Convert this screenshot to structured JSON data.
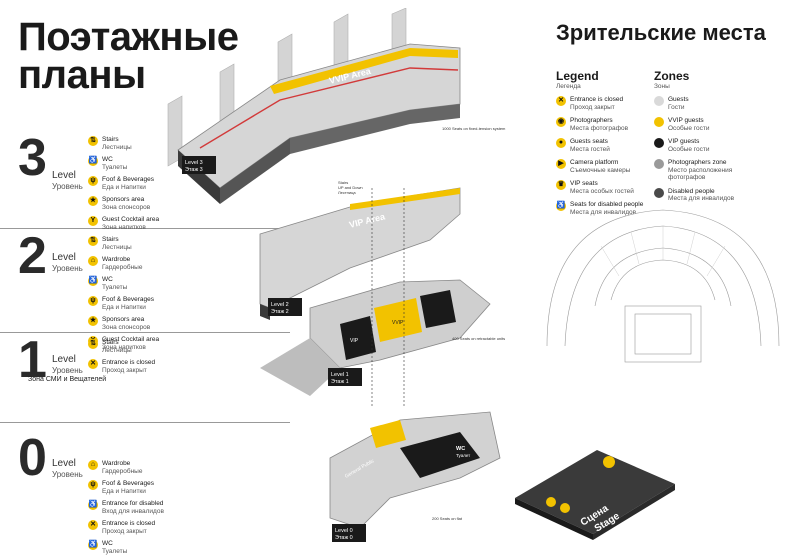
{
  "title_main": [
    "Поэтажные",
    "планы"
  ],
  "title_right": "Зрительские места",
  "level_word": "Level",
  "level_word_ru": "Уровень",
  "levels": [
    {
      "num": "3",
      "items": [
        {
          "icon": "stairs-icon",
          "glyph": "⇅",
          "en": "Stairs",
          "ru": "Лестницы"
        },
        {
          "icon": "wc-icon",
          "glyph": "♿",
          "en": "WC",
          "ru": "Туалеты"
        },
        {
          "icon": "food-icon",
          "glyph": "ψ",
          "en": "Foof & Beverages",
          "ru": "Еда и Напитки"
        },
        {
          "icon": "star-icon",
          "glyph": "★",
          "en": "Sponsors area",
          "ru": "Зона спонсоров"
        },
        {
          "icon": "cocktail-icon",
          "glyph": "Y",
          "en": "Guest Cocktail area",
          "ru": "Зона напитков"
        }
      ]
    },
    {
      "num": "2",
      "items": [
        {
          "icon": "stairs-icon",
          "glyph": "⇅",
          "en": "Stairs",
          "ru": "Лестницы"
        },
        {
          "icon": "wardrobe-icon",
          "glyph": "⌂",
          "en": "Wardrobe",
          "ru": "Гардеробные"
        },
        {
          "icon": "wc-icon",
          "glyph": "♿",
          "en": "WC",
          "ru": "Туалеты"
        },
        {
          "icon": "food-icon",
          "glyph": "ψ",
          "en": "Foof & Beverages",
          "ru": "Еда и Напитки"
        },
        {
          "icon": "star-icon",
          "glyph": "★",
          "en": "Sponsors area",
          "ru": "Зона спонсоров"
        },
        {
          "icon": "cocktail-icon",
          "glyph": "Y",
          "en": "Guest Cocktail area",
          "ru": "Зона напитков"
        }
      ]
    },
    {
      "num": "1",
      "items": [
        {
          "icon": "stairs-icon",
          "glyph": "⇅",
          "en": "Stairs",
          "ru": "Лестницы"
        },
        {
          "icon": "closed-icon",
          "glyph": "✕",
          "en": "Entrance is closed",
          "ru": "Проход закрыт"
        }
      ]
    },
    {
      "num": "0",
      "items": [
        {
          "icon": "wardrobe-icon",
          "glyph": "⌂",
          "en": "Wardrobe",
          "ru": "Гардеробные"
        },
        {
          "icon": "food-icon",
          "glyph": "ψ",
          "en": "Foof & Beverages",
          "ru": "Еда и Напитки"
        },
        {
          "icon": "disabled-icon",
          "glyph": "♿",
          "en": "Entrance for disabled",
          "ru": "Вход для инвалидов"
        },
        {
          "icon": "closed-icon",
          "glyph": "✕",
          "en": "Entrance is closed",
          "ru": "Проход закрыт"
        },
        {
          "icon": "wc-icon",
          "glyph": "♿",
          "en": "WC",
          "ru": "Туалеты"
        }
      ]
    }
  ],
  "media_zone": "Зона СМИ и Вещателей",
  "legend": {
    "title": "Legend",
    "subtitle": "Легенда",
    "items": [
      {
        "icon": "closed-icon",
        "glyph": "✕",
        "en": "Entrance is closed",
        "ru": "Проход закрыт"
      },
      {
        "icon": "camera-icon",
        "glyph": "◉",
        "en": "Photographers",
        "ru": "Места фотографов"
      },
      {
        "icon": "guests-icon",
        "glyph": "●",
        "en": "Guests seats",
        "ru": "Места гостей"
      },
      {
        "icon": "video-icon",
        "glyph": "▶",
        "en": "Camera platform",
        "ru": "Съемочные камеры"
      },
      {
        "icon": "vip-icon",
        "glyph": "♛",
        "en": "VIP seats",
        "ru": "Места особых гостей"
      },
      {
        "icon": "disabled-icon",
        "glyph": "♿",
        "en": "Seats for disabled people",
        "ru": "Места для инвалидов"
      }
    ]
  },
  "zones": {
    "title": "Zones",
    "subtitle": "Зоны",
    "items": [
      {
        "color": "#d9d9d9",
        "en": "Guests",
        "ru": "Гости"
      },
      {
        "color": "#f2c200",
        "en": "VVIP guests",
        "ru": "Особые гости"
      },
      {
        "color": "#1a1a1a",
        "en": "VIP guests",
        "ru": "Особые гости"
      },
      {
        "color": "#9a9a9a",
        "en": "Photographers zone",
        "ru": "Место расположения фотографов"
      },
      {
        "color": "#4a4a4a",
        "en": "Disabled people",
        "ru": "Места для инвалидов"
      }
    ]
  },
  "map_labels": {
    "level3": [
      "Level 3",
      "Этаж 3"
    ],
    "level2": [
      "Level 2",
      "Этаж 2"
    ],
    "level1": [
      "Level 1",
      "Этаж 1"
    ],
    "level0": [
      "Level 0",
      "Этаж 0"
    ],
    "vvip": "VVIP Area",
    "vip": "VIP Area",
    "vip_seat": "VIP",
    "vvip_seat": "VVIP",
    "stage": [
      "Сцена",
      "Stage"
    ],
    "general_public": "General Public",
    "wc": [
      "WC",
      "Туалет"
    ],
    "stairs_note": [
      "Stairs",
      "UP and Down",
      "Лестница"
    ],
    "seats_note_3": "1000 Seats on fixed-tension system",
    "seats_note_1": "400 Seats on retractable units",
    "seats_note_0": "200 Seats on flat"
  },
  "colors": {
    "accent": "#f2c200",
    "dark": "#1a1a1a",
    "grey": "#8c8c8c",
    "red": "#d23a3a"
  }
}
